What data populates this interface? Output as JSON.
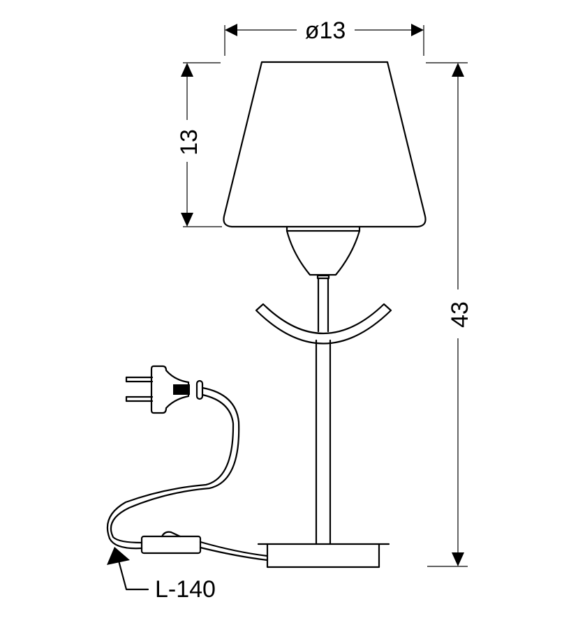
{
  "diagram": {
    "dimensions": {
      "shade_diameter": "ø13",
      "shade_height": "13",
      "total_height": "43",
      "cable_length": "L-140"
    },
    "colors": {
      "line": "#000000",
      "background": "#ffffff"
    }
  }
}
